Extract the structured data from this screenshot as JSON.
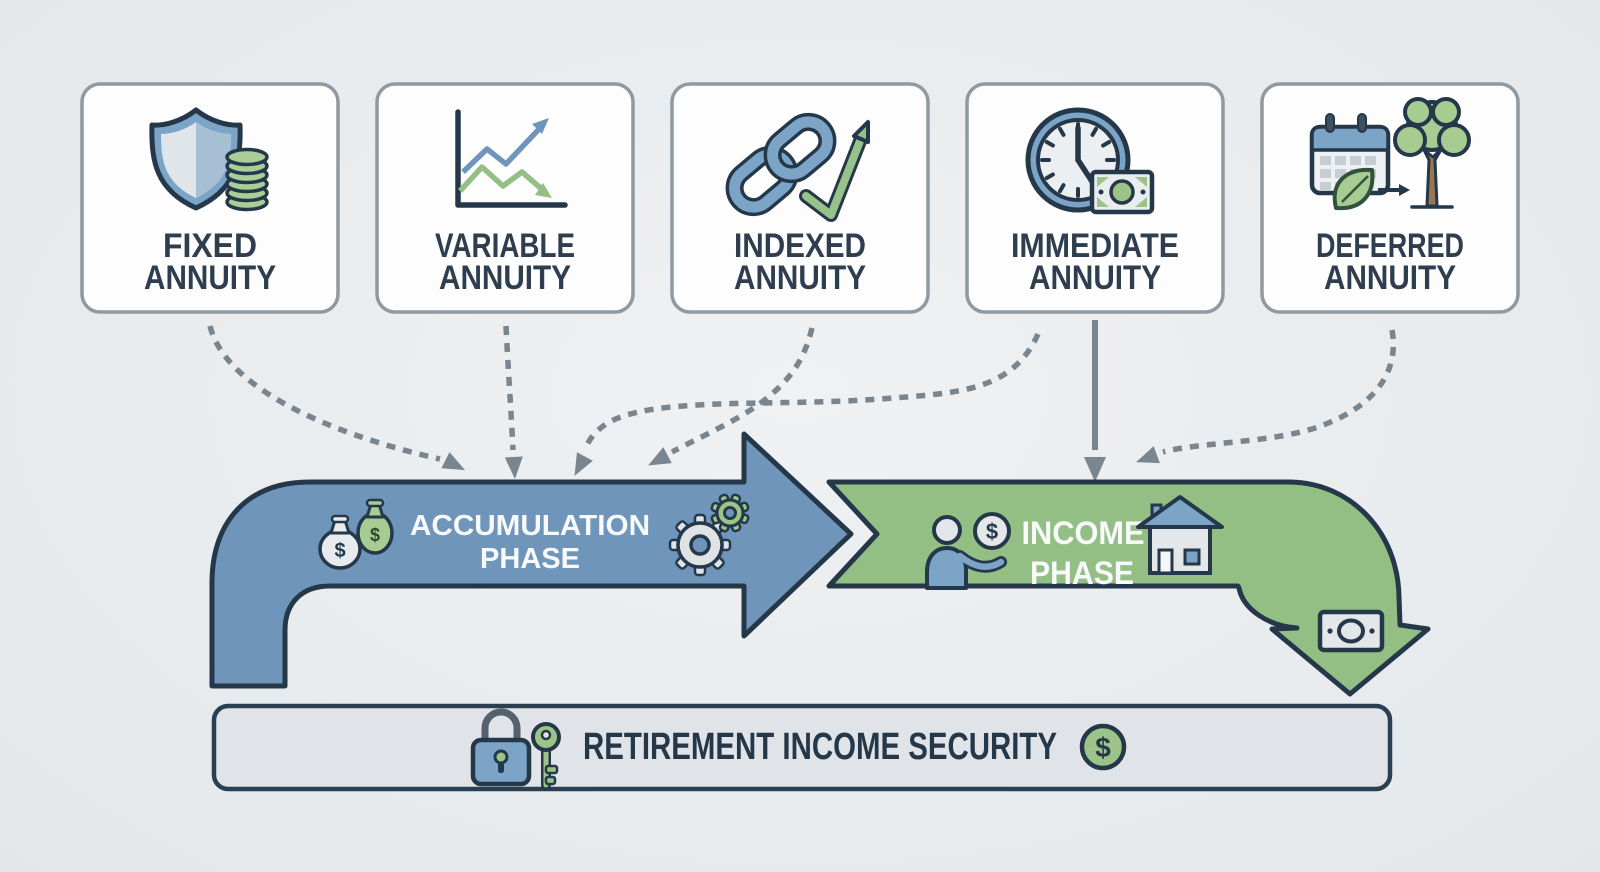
{
  "annuity_types": [
    {
      "line1": "FIXED",
      "line2": "ANNUITY",
      "icon": "shield-coins-icon"
    },
    {
      "line1": "VARIABLE",
      "line2": "ANNUITY",
      "icon": "growth-chart-icon"
    },
    {
      "line1": "INDEXED",
      "line2": "ANNUITY",
      "icon": "chain-link-trend-icon"
    },
    {
      "line1": "IMMEDIATE",
      "line2": "ANNUITY",
      "icon": "clock-banknote-icon"
    },
    {
      "line1": "DEFERRED",
      "line2": "ANNUITY",
      "icon": "calendar-leaf-tree-icon"
    }
  ],
  "flow": {
    "accumulation_phase": {
      "line1": "ACCUMULATION",
      "line2": "PHASE",
      "icons": [
        "money-bags-icon",
        "gears-icon"
      ]
    },
    "income_phase": {
      "line1": "INCOME",
      "line2": "PHASE",
      "icons": [
        "person-coin-icon",
        "house-icon",
        "banknote-icon"
      ]
    }
  },
  "footer": {
    "label": "RETIREMENT INCOME SECURITY",
    "icons": [
      "padlock-icon",
      "key-icon",
      "dollar-coin-icon"
    ]
  },
  "colors": {
    "background": "#e9edef",
    "outline_navy": "#24384a",
    "card_border": "#8e99a2",
    "card_fill": "#fdfdfe",
    "accumulation_blue": "#6f96ba",
    "income_green": "#93bf85",
    "icon_blue": "#7ba4c6",
    "icon_green": "#9cc489",
    "connector_gray": "#79868f",
    "footer_fill": "#e0e4e8",
    "dark_text": "#2e3e4f"
  }
}
